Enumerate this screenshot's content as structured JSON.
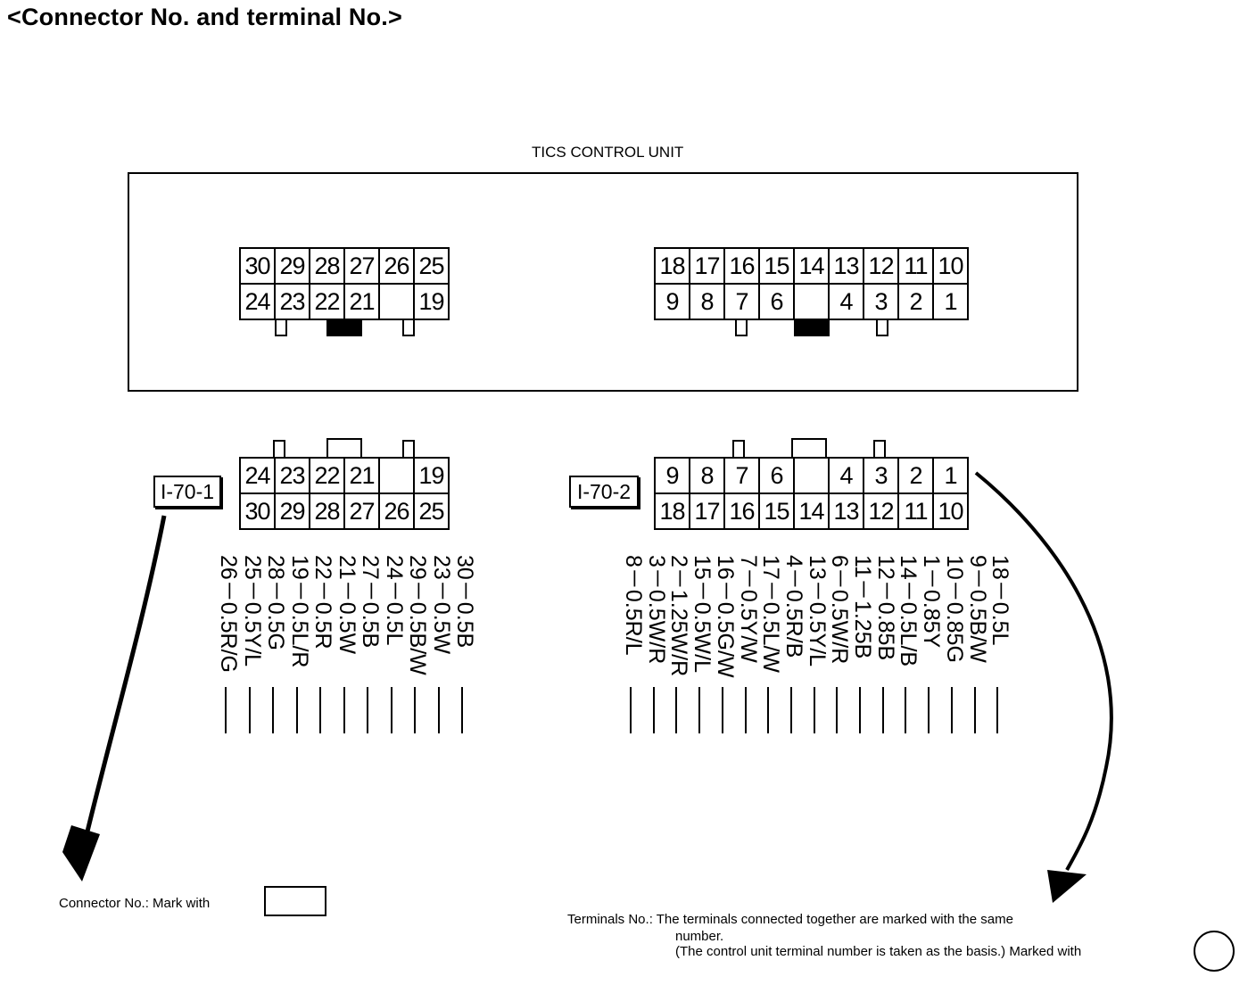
{
  "title": "<Connector No. and terminal No.>",
  "unit_label": "TICS CONTROL UNIT",
  "unit_connector_left": {
    "top_row": [
      "30",
      "29",
      "28",
      "27",
      "26",
      "25"
    ],
    "bottom_row": [
      "24",
      "23",
      "22",
      "21",
      "",
      "19"
    ]
  },
  "unit_connector_right": {
    "top_row": [
      "18",
      "17",
      "16",
      "15",
      "14",
      "13",
      "12",
      "11",
      "10"
    ],
    "bottom_row": [
      "9",
      "8",
      "7",
      "6",
      "",
      "4",
      "3",
      "2",
      "1"
    ]
  },
  "harness_connector_1": {
    "label": "I-70-1",
    "top_row": [
      "24",
      "23",
      "22",
      "21",
      "",
      "19"
    ],
    "bottom_row": [
      "30",
      "29",
      "28",
      "27",
      "26",
      "25"
    ],
    "wires": [
      "26－0.5R/G",
      "25－0.5Y/L",
      "28－0.5G",
      "19－0.5L/R",
      "22－0.5R",
      "21－0.5W",
      "27－0.5B",
      "24－0.5L",
      "29－0.5B/W",
      "23－0.5W",
      "30－0.5B"
    ]
  },
  "harness_connector_2": {
    "label": "I-70-2",
    "top_row": [
      "9",
      "8",
      "7",
      "6",
      "",
      "4",
      "3",
      "2",
      "1"
    ],
    "bottom_row": [
      "18",
      "17",
      "16",
      "15",
      "14",
      "13",
      "12",
      "11",
      "10"
    ],
    "wires": [
      "8－0.5R/L",
      "3－0.5W/R",
      "2－1.25W/R",
      "15－0.5W/L",
      "16－0.5G/W",
      "7－0.5Y/W",
      "17－0.5L/W",
      "4－0.5R/B",
      "13－0.5Y/L",
      "6－0.5W/R",
      "11－1.25B",
      "12－0.85B",
      "14－0.5L/B",
      "1－0.85Y",
      "10－0.85G",
      "9－0.5B/W",
      "18－0.5L"
    ]
  },
  "notes": {
    "connector_no": "Connector No.: Mark with",
    "terminals_line1": "Terminals No.: The terminals connected together are marked with the same",
    "terminals_line2": "number.",
    "terminals_line3": "(The control unit terminal number is taken as the basis.) Marked  with"
  }
}
